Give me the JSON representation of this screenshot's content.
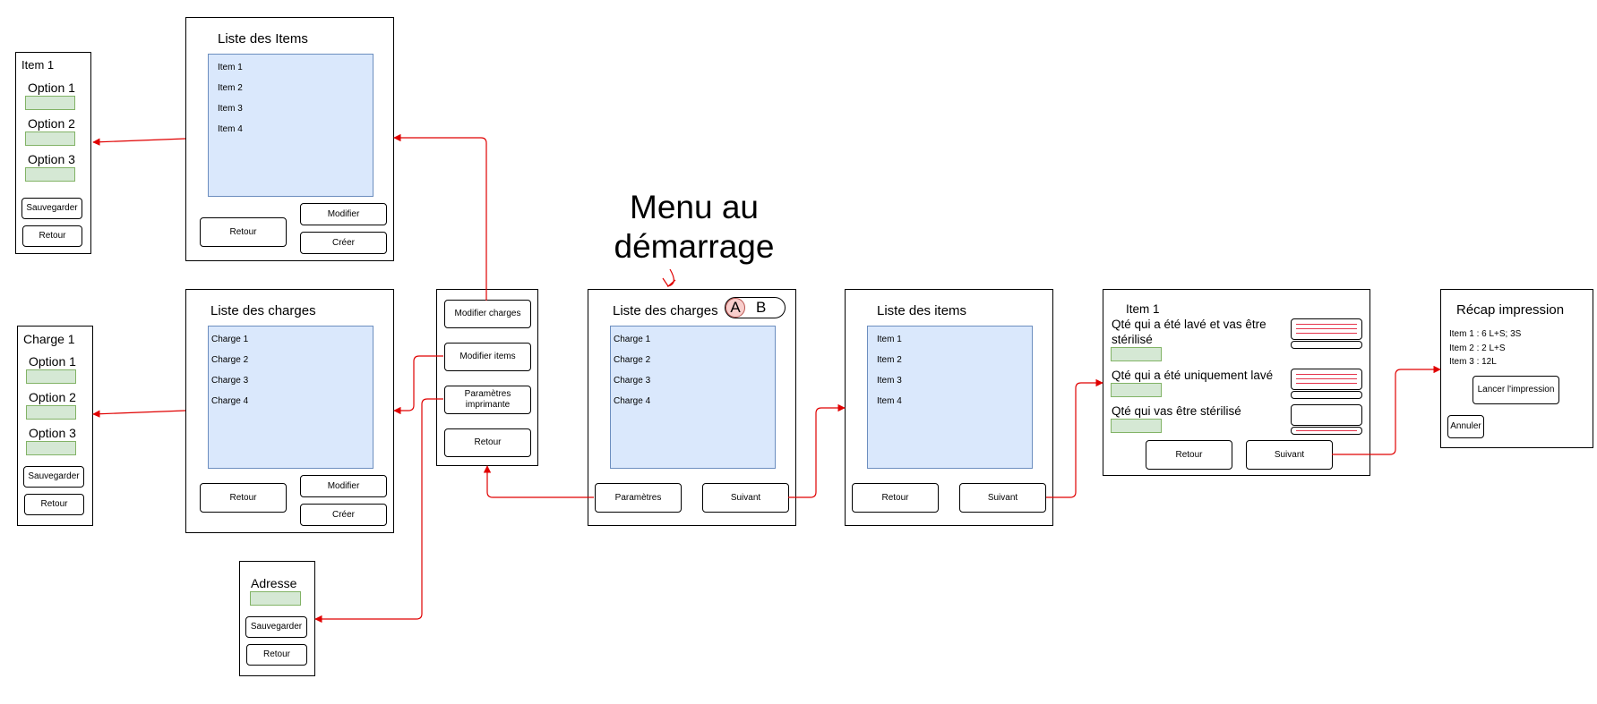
{
  "heading": [
    "Menu au",
    "démarrage"
  ],
  "colors": {
    "arrow": "#e00000",
    "list_fill": "#dae8fc",
    "field_fill": "#d5e8d4",
    "toggle_a": "#f8cecc"
  },
  "item_detail": {
    "title": "Item 1",
    "options": [
      "Option 1",
      "Option 2",
      "Option 3"
    ],
    "save": "Sauvegarder",
    "back": "Retour"
  },
  "items_list": {
    "title": "Liste des Items",
    "items": [
      "Item 1",
      "Item 2",
      "Item 3",
      "Item 4"
    ],
    "back": "Retour",
    "edit": "Modifier",
    "create": "Créer"
  },
  "charge_detail": {
    "title": "Charge 1",
    "options": [
      "Option 1",
      "Option 2",
      "Option 3"
    ],
    "save": "Sauvegarder",
    "back": "Retour"
  },
  "charges_list": {
    "title": "Liste des charges",
    "items": [
      "Charge 1",
      "Charge 2",
      "Charge 3",
      "Charge 4"
    ],
    "back": "Retour",
    "edit": "Modifier",
    "create": "Créer"
  },
  "address": {
    "label": "Adresse",
    "save": "Sauvegarder",
    "back": "Retour"
  },
  "params_menu": {
    "edit_charges": "Modifier charges",
    "edit_items": "Modifier items",
    "printer_params": "Paramètres imprimante",
    "back": "Retour"
  },
  "start": {
    "title": "Liste des charges",
    "toggle": {
      "a": "A",
      "b": "B"
    },
    "items": [
      "Charge 1",
      "Charge 2",
      "Charge 3",
      "Charge 4"
    ],
    "params": "Paramètres",
    "next": "Suivant"
  },
  "items_step": {
    "title": "Liste des items",
    "items": [
      "Item 1",
      "Item 2",
      "Item 3",
      "Item 4"
    ],
    "back": "Retour",
    "next": "Suivant"
  },
  "qty": {
    "title": "Item 1",
    "q1": "Qté qui a été lavé et vas être stérilisé",
    "q2": "Qté qui a été uniquement lavé",
    "q3": "Qté qui vas être stérilisé",
    "back": "Retour",
    "next": "Suivant"
  },
  "recap": {
    "title": "Récap impression",
    "lines": [
      "Item 1 : 6 L+S; 3S",
      "Item 2 : 2 L+S",
      "Item 3 : 12L"
    ],
    "print": "Lancer l'impression",
    "cancel": "Annuler"
  }
}
